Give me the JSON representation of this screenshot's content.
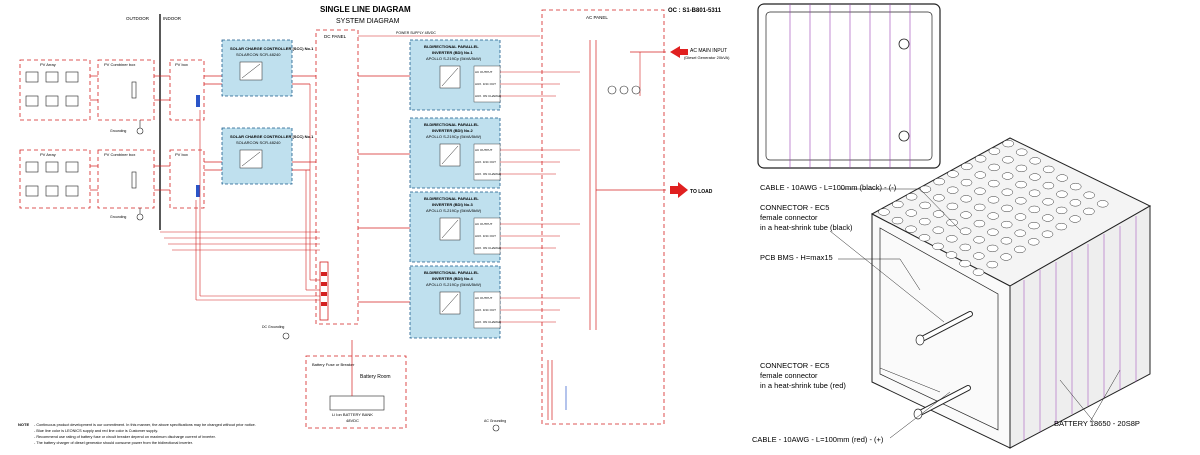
{
  "single_line": {
    "title": "SINGLE LINE DIAGRAM",
    "subtitle": "SYSTEM DIAGRAM",
    "doc_code": "OC : S1-B801-5311",
    "outdoor": "OUTDOOR",
    "indoor": "INDOOR",
    "pv_array": "PV Array",
    "pv_combiner": "PV Combiner box",
    "pv_box": "PV box",
    "scc": [
      {
        "name": "SOLAR CHARGE CONTROLLER (SCC) No.1",
        "model": "SOLARCON SCR-48240"
      },
      {
        "name": "SOLAR CHARGE CONTROLLER (SCC) No.1",
        "model": "SOLARCON SCR-48240"
      }
    ],
    "dc_panel": "DC PANEL",
    "power_supply": "POWER SUPPLY 48VDC",
    "inverters": [
      {
        "line1": "BI-DIRECTIONAL PARALLEL",
        "line2": "INVERTER (BDI) No.1",
        "line3": "APOLLO S-219Cp (5kVA/5kW)"
      },
      {
        "line1": "BI-DIRECTIONAL PARALLEL",
        "line2": "INVERTER (BDI) No.2",
        "line3": "APOLLO S-219Cp (5kVA/5kW)"
      },
      {
        "line1": "BI-DIRECTIONAL PARALLEL",
        "line2": "INVERTER (BDI) No.3",
        "line3": "APOLLO S-219Cp (5kVA/5kW)"
      },
      {
        "line1": "BI-DIRECTIONAL PARALLEL",
        "line2": "INVERTER (BDI) No.4",
        "line3": "APOLLO S-219Cp (5kVA/5kW)"
      }
    ],
    "inv_terminals": [
      "AC OUTPUT",
      "AUX. 1NC OUT",
      "AUX. ON CHARGE"
    ],
    "ac_panel": "AC PANEL",
    "ac_main_input": "AC MAIN INPUT",
    "generator": "(Diesel Generator 20kVA)",
    "to_load": "TO LOAD",
    "battery_fuse": "Battery Fuse or Breaker",
    "battery_room": "Battery Room",
    "battery_bank": "Li Ion BATTERY BANK",
    "battery_bank_v": "48VDC",
    "grounding": "Grounding",
    "dc_grounding": "DC Grounding",
    "ac_grounding": "AC Grounding",
    "notes_title": "NOTE",
    "notes": [
      "- Continuous product development is our commitment. In this manner, the above specifications may be changed without prior notice.",
      "- Blue line color is LEONICS supply and red line color is Customer supply.",
      "- Recommend use rating of battery fuse or circuit breaker depend on maximum discharge current of inverter.",
      "- The battery charger of diesel generator should consume power from the bidirectional inverter."
    ]
  },
  "battery_drawing": {
    "labels": [
      "CABLE - 10AWG - L=100mm (black) - (-)",
      "CONNECTOR - EC5",
      "female connector",
      "in a heat-shrink tube (black)",
      "PCB BMS - H=max15",
      "CONNECTOR - EC5",
      "female connector",
      "in a heat-shrink tube (red)",
      "CABLE - 10AWG - L=100mm (red) - (+)",
      "BATTERY 18650 - 20S8P"
    ]
  },
  "colors": {
    "customer_line": "#d42020",
    "leonics_line": "#2a55c8",
    "device_fill": "#bfe0ee",
    "arrow": "#e02020"
  }
}
